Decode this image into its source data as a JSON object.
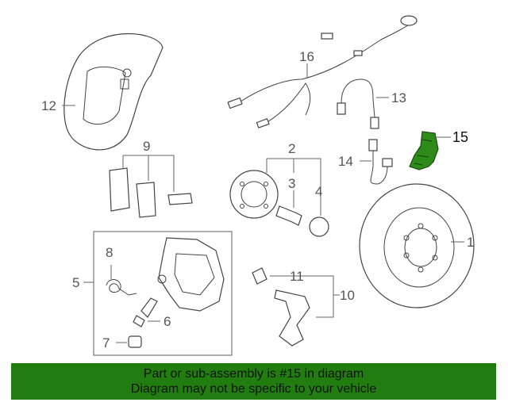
{
  "diagram": {
    "callouts": {
      "c1": "1",
      "c2": "2",
      "c3": "3",
      "c4": "4",
      "c5": "5",
      "c6": "6",
      "c7": "7",
      "c8": "8",
      "c9": "9",
      "c10": "10",
      "c11": "11",
      "c12": "12",
      "c13": "13",
      "c14": "14",
      "c15": "15",
      "c16": "16"
    },
    "highlight_color": "#2e8b1a"
  },
  "footer": {
    "line1": "Part or sub-assembly is #15 in diagram",
    "line2": "Diagram may not be specific to your vehicle",
    "background": "#217d0f"
  }
}
